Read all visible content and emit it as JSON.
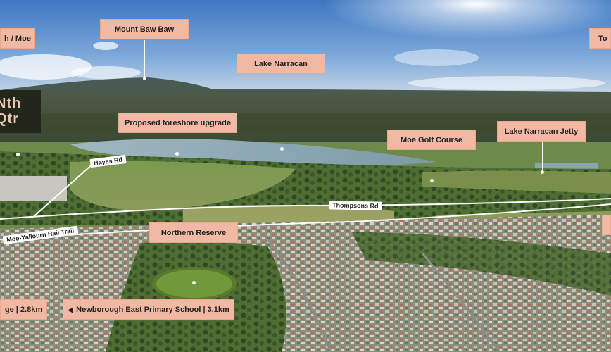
{
  "labels": {
    "moe": "h / Moe",
    "mount_baw_baw": "Mount Baw Baw",
    "lake_narracan": "Lake Narracan",
    "to_right": "To M",
    "foreshore": "Proposed foreshore upgrade",
    "golf": "Moe Golf Course",
    "jetty": "Lake Narracan Jetty",
    "northern_reserve": "Northern Reserve",
    "left_distance": "ge | 2.8km",
    "primary_school": "Newborough East Primary School | 3.1km"
  },
  "roads": {
    "hayes": "Hayes Rd",
    "thompsons": "Thompsons Rd",
    "rail_trail": "Moe-Yallourn Rail Trail"
  },
  "logo": {
    "line1": "Nth",
    "line2": "Qtr"
  },
  "icons": {
    "pointer": "left-triangle-icon"
  },
  "colors": {
    "tag_bg": "#f1b9a4",
    "logo_bg": "#22261b",
    "logo_text": "#e9c7b4"
  }
}
